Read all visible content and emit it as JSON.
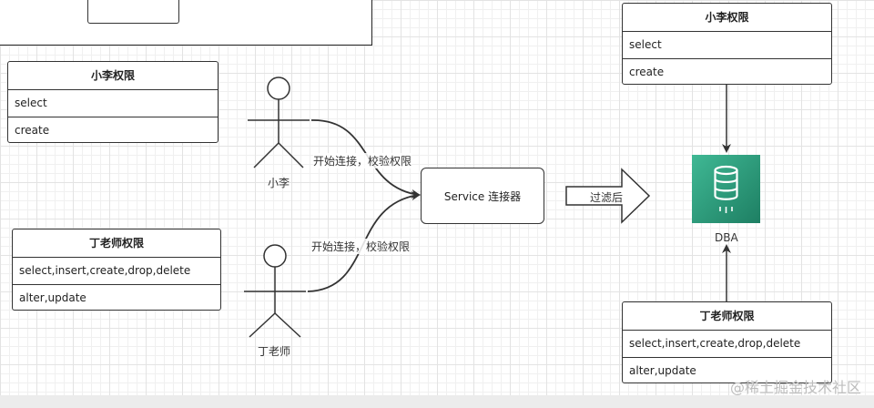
{
  "xiaoli_perm_left": {
    "title": "小李权限",
    "rows": [
      "select",
      "create"
    ]
  },
  "ding_perm_left": {
    "title": "丁老师权限",
    "rows": [
      "select,insert,create,drop,delete",
      "alter,update"
    ]
  },
  "xiaoli_perm_right": {
    "title": "小李权限",
    "rows": [
      "select",
      "create"
    ]
  },
  "ding_perm_right": {
    "title": "丁老师权限",
    "rows": [
      "select,insert,create,drop,delete",
      "alter,update"
    ]
  },
  "actors": {
    "xiaoli": "小李",
    "ding": "丁老师"
  },
  "edges": {
    "connect_top": "开始连接，校验权限",
    "connect_bottom": "开始连接，校验权限",
    "filtered": "过滤后"
  },
  "service": {
    "label": "Service 连接器"
  },
  "db": {
    "label": "DBA",
    "icon": "database-icon"
  },
  "watermark": "@稀土掘金技术社区",
  "colors": {
    "db_green": "#2a9a78",
    "stroke": "#333333"
  }
}
